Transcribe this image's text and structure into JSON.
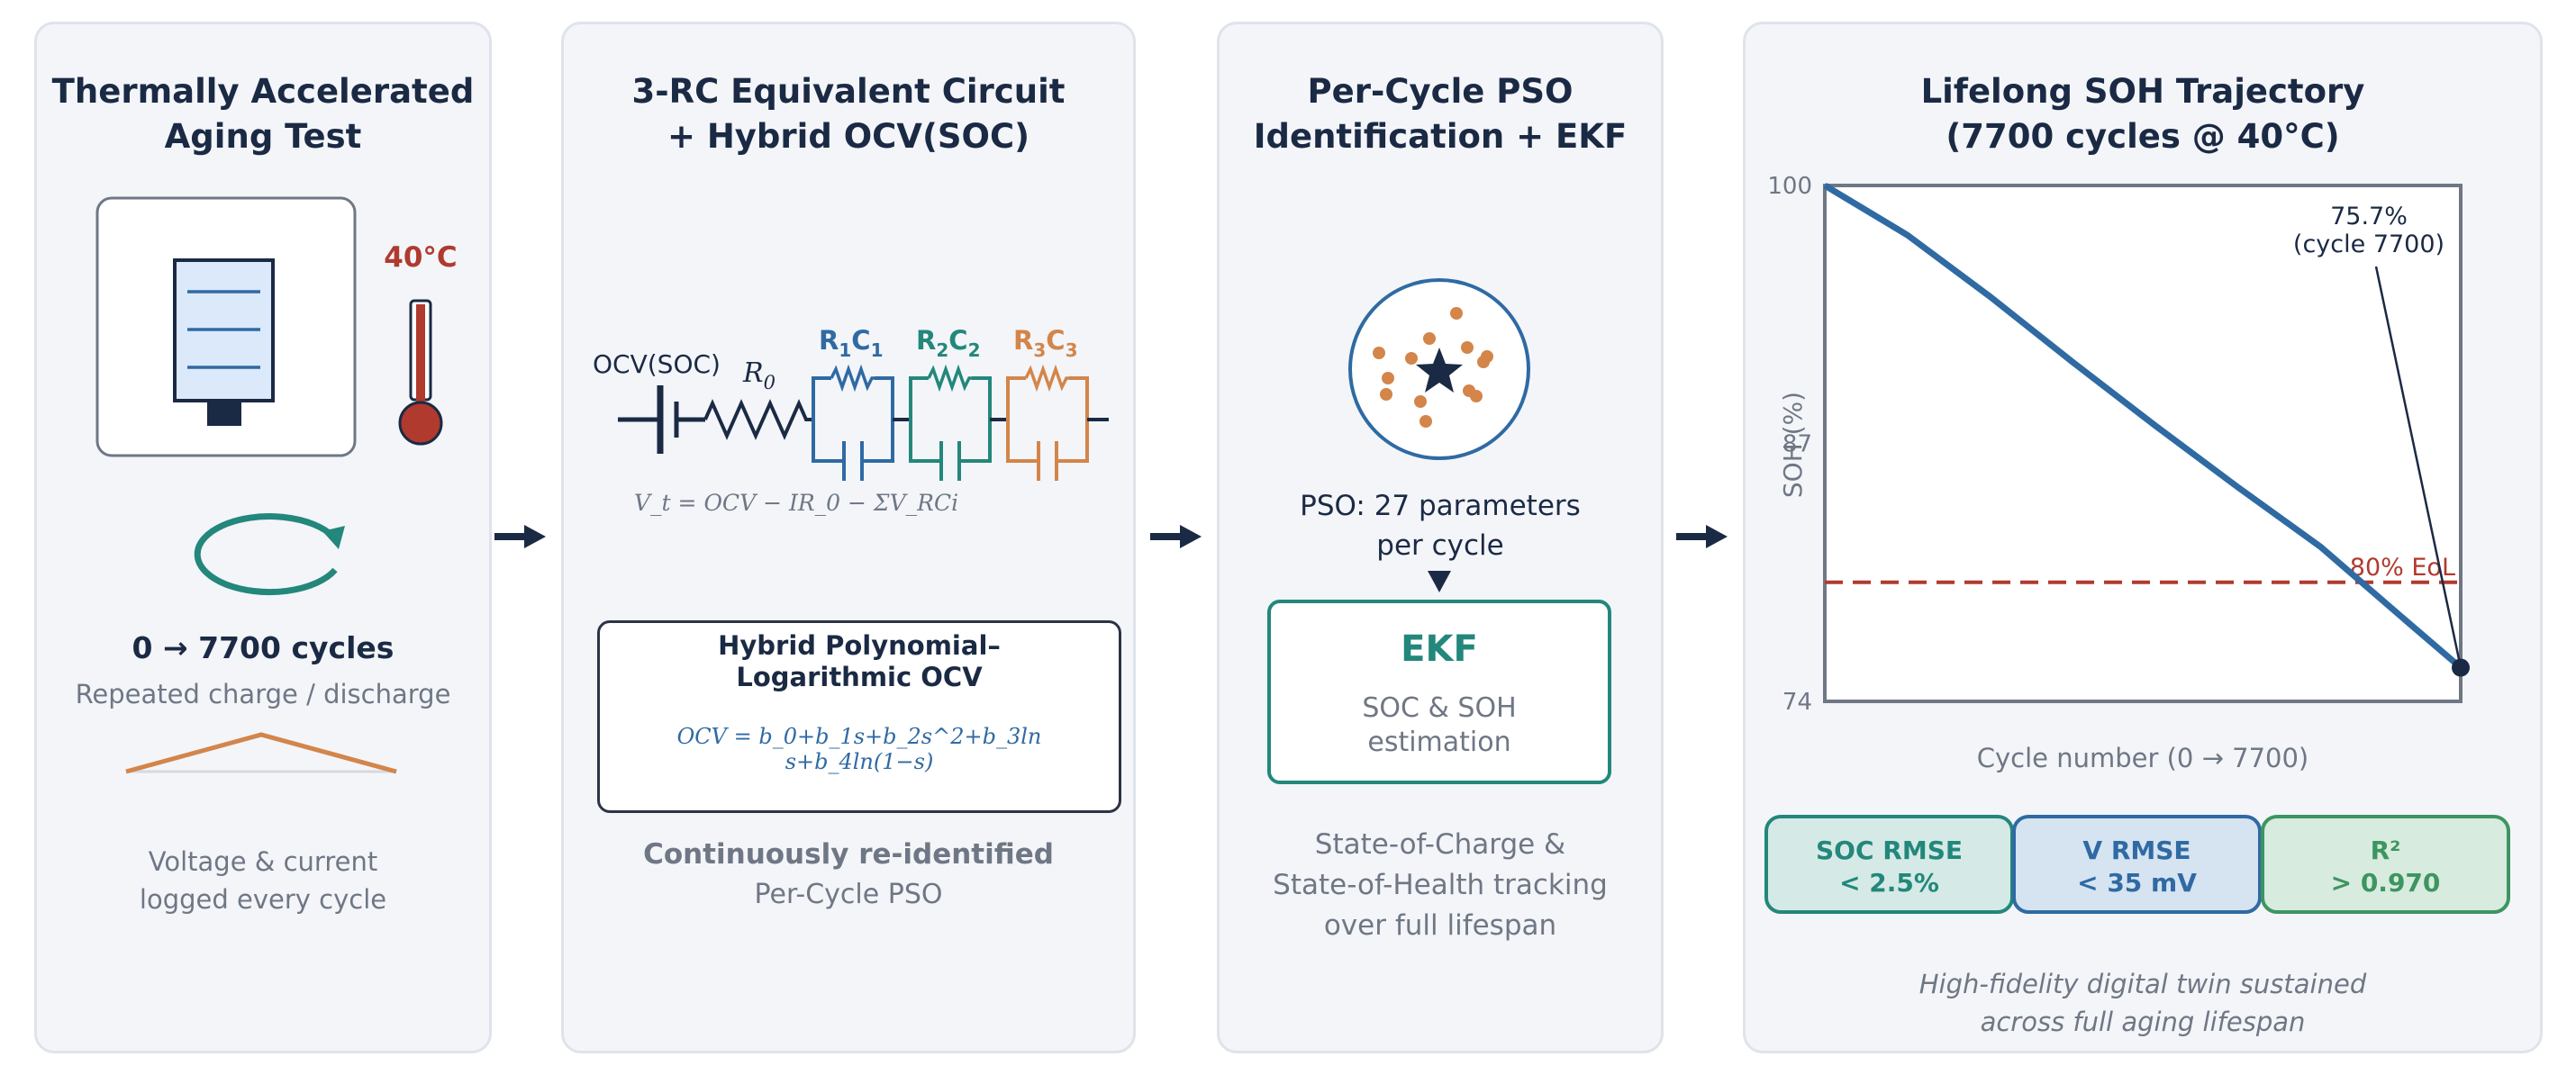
{
  "colors": {
    "navy": "#1b2a44",
    "blue": "#2f6aa3",
    "teal": "#23877b",
    "orange": "#d3854a",
    "red": "#b03a2e",
    "green": "#3d9560",
    "panel_bg": "#f3f5f9"
  },
  "panel1": {
    "title_line1": "Thermally Accelerated",
    "title_line2": "Aging Test",
    "icon_battery": "battery-cell-icon",
    "icon_thermometer": "thermometer-icon",
    "temperature": "40°C",
    "icon_cycle": "cycle-arrow-icon",
    "cycles": "0 → 7700 cycles",
    "cycles_desc": "Repeated charge / discharge",
    "logged_line1": "Voltage & current",
    "logged_line2": "logged every cycle"
  },
  "panel2": {
    "title_line1": "3-RC Equivalent Circuit",
    "title_line2": "+ Hybrid OCV(SOC)",
    "circuit": {
      "ocv_label": "OCV(SOC)",
      "r0": "R",
      "r0_sub": "0",
      "rc1_r": "R",
      "rc1_r_sub": "1",
      "rc1_c": "C",
      "rc1_c_sub": "1",
      "rc2_r": "R",
      "rc2_r_sub": "2",
      "rc2_c": "C",
      "rc2_c_sub": "2",
      "rc3_r": "R",
      "rc3_r_sub": "3",
      "rc3_c": "C",
      "rc3_c_sub": "3",
      "equation": "V_t = OCV − IR_0 − ΣV_RCi"
    },
    "ocv_box": {
      "title_line1": "Hybrid Polynomial–",
      "title_line2": "Logarithmic OCV",
      "equation": "OCV = b_0+b_1s+b_2s^2+b_3ln s+b_4ln(1−s)"
    },
    "footer_bold": "Continuously re-identified",
    "footer": "Per-Cycle PSO"
  },
  "panel3": {
    "title_line1": "Per-Cycle PSO",
    "title_line2": "Identification + EKF",
    "icon_swarm": "particle-swarm-icon",
    "pso_line1": "PSO: 27 parameters",
    "pso_line2": "per cycle",
    "ekf_title": "EKF",
    "ekf_line1": "SOC & SOH",
    "ekf_line2": "estimation",
    "footer_line1": "State-of-Charge &",
    "footer_line2": "State-of-Health tracking",
    "footer_line3": "over full lifespan"
  },
  "panel4": {
    "title_line1": "Lifelong SOH Trajectory",
    "title_line2": "(7700 cycles @ 40°C)",
    "metrics": [
      {
        "line1": "SOC RMSE",
        "line2": "< 2.5%"
      },
      {
        "line1": "V RMSE",
        "line2": "< 35 mV"
      },
      {
        "line1": "R²",
        "line2": "> 0.970"
      }
    ],
    "footer_line1": "High-fidelity digital twin sustained",
    "footer_line2": "across full aging lifespan"
  },
  "chart_data": {
    "type": "line",
    "xlabel": "Cycle number (0 → 7700)",
    "ylabel": "SOH (%)",
    "xlim": [
      0,
      7700
    ],
    "ylim": [
      74,
      100
    ],
    "yticks": [
      "100",
      "87",
      "74"
    ],
    "grid": false,
    "series": [
      {
        "x": [
          0,
          1000,
          2000,
          3000,
          4000,
          5000,
          6000,
          7000,
          7700
        ],
        "values": [
          100,
          97.5,
          94.4,
          91.1,
          87.9,
          84.8,
          81.8,
          78.2,
          75.7
        ]
      }
    ],
    "threshold": {
      "value": 80,
      "label": "80% EoL"
    },
    "endpoint": {
      "x": 7700,
      "y": 75.7
    },
    "annotation_line1": "75.7%",
    "annotation_line2": "(cycle 7700)"
  }
}
